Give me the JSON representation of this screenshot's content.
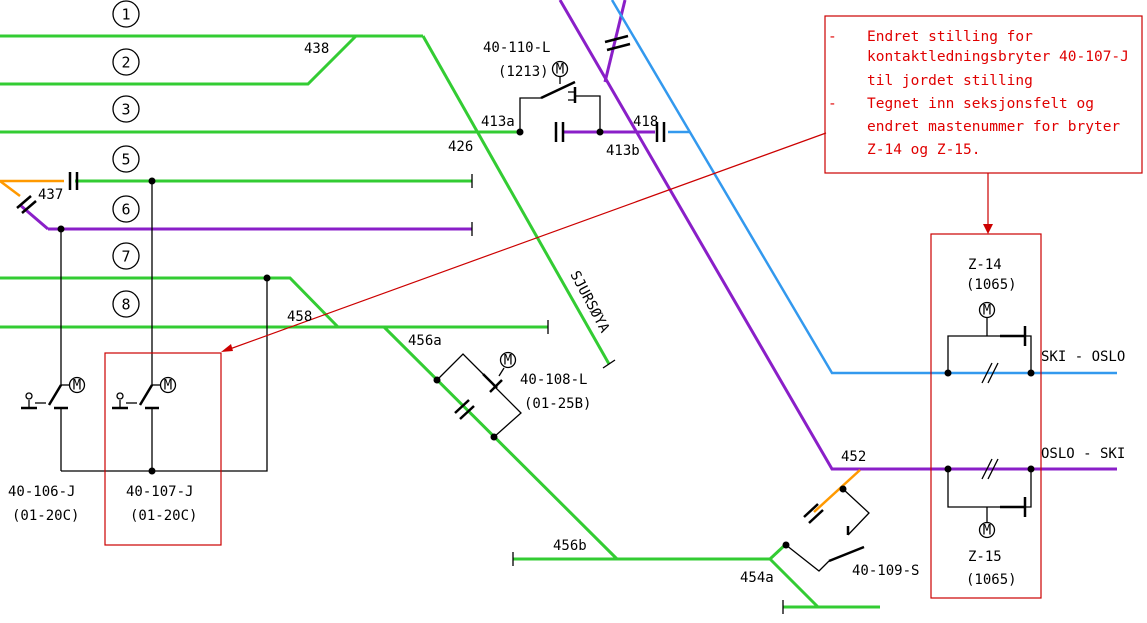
{
  "tracks": [
    "1",
    "2",
    "3",
    "5",
    "6",
    "7",
    "8"
  ],
  "labels": {
    "l438": "438",
    "l426": "426",
    "l437": "437",
    "l458": "458",
    "l413a": "413a",
    "l413b": "413b",
    "l418": "418",
    "l456a": "456a",
    "l456b": "456b",
    "l454a": "454a",
    "l452": "452",
    "sjursoya": "SJURSØYA",
    "ski_oslo": "SKI - OSLO",
    "oslo_ski": "OSLO - SKI",
    "motor": "M"
  },
  "switches": {
    "s40_110": {
      "name": "40-110-L",
      "code": "(1213)"
    },
    "s40_108": {
      "name": "40-108-L",
      "code": "(01-25B)"
    },
    "s40_109": {
      "name": "40-109-S"
    },
    "s40_106": {
      "name": "40-106-J",
      "code": "(01-20C)"
    },
    "s40_107": {
      "name": "40-107-J",
      "code": "(01-20C)"
    },
    "z14": {
      "name": "Z-14",
      "code": "(1065)"
    },
    "z15": {
      "name": "Z-15",
      "code": "(1065)"
    }
  },
  "note": {
    "line1": "Endret stilling for",
    "line2": "kontaktledningsbryter 40-107-J",
    "line3": "til jordet stilling",
    "line4": "Tegnet inn seksjonsfelt og",
    "line5": "endret mastenummer for bryter",
    "line6": "Z-14 og Z-15.",
    "dash": "-"
  },
  "colors": {
    "green": "#33cc33",
    "purple": "#8a1fc8",
    "blue": "#3399ee",
    "orange": "#ff9900",
    "red": "#e00000"
  }
}
